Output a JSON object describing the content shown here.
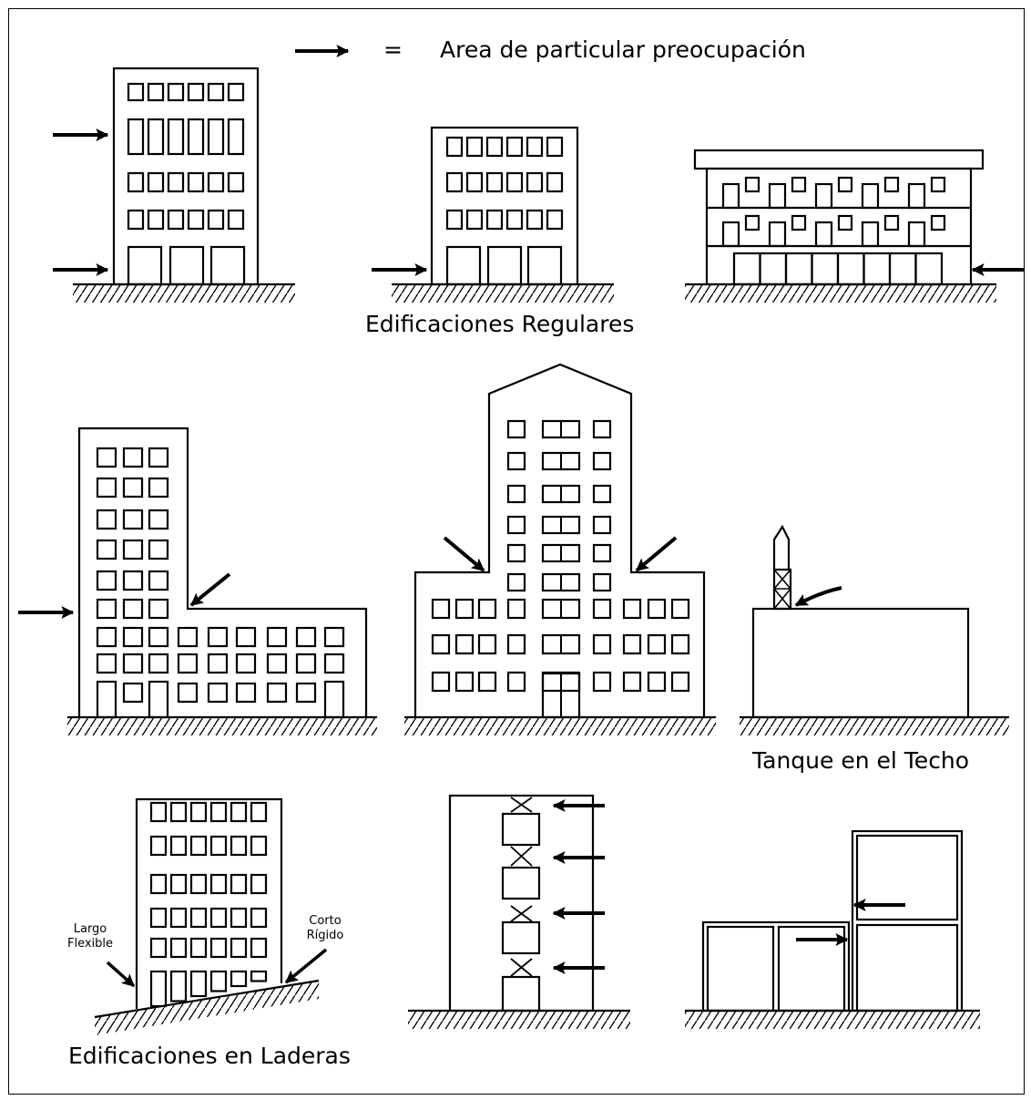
{
  "colors": {
    "stroke": "#000000",
    "background": "#ffffff"
  },
  "legend": {
    "symbol": "=",
    "text": "Area de particular preocupación",
    "icon": "arrow-icon"
  },
  "captions": {
    "regular": "Edificaciones Regulares",
    "rooftank": "Tanque en el Techo",
    "hillside": "Edificaciones en Laderas"
  },
  "hillside_notes": {
    "left_line1": "Largo",
    "left_line2": "Flexible",
    "right_line1": "Corto",
    "right_line2": "Rígido"
  }
}
